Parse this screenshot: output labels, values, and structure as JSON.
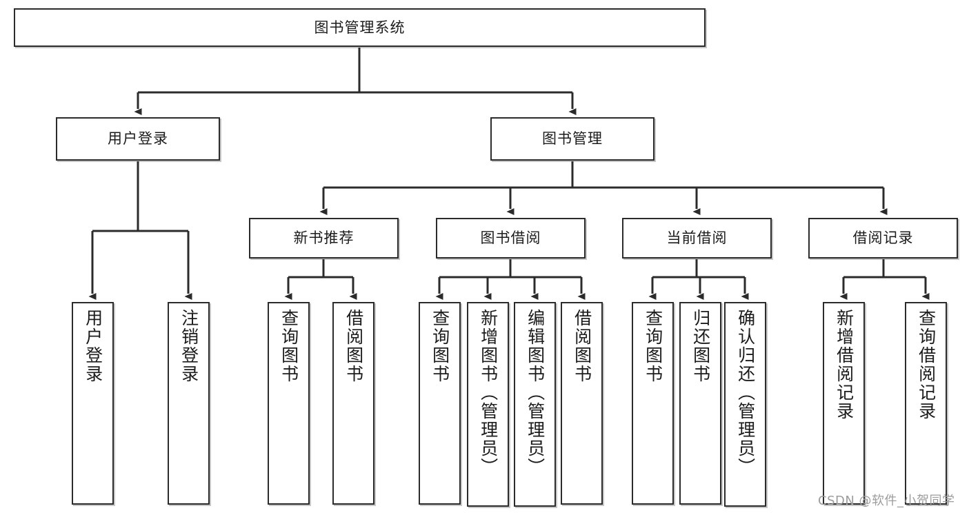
{
  "diagram": {
    "title": "图书管理系统",
    "type": "hierarchy-tree",
    "watermark": "CSDN @软件_小贺同学",
    "colors": {
      "box_border": "#2b2b2b",
      "box_fill": "#ffffff",
      "connector": "#2b2b2b",
      "watermark": "#9c9c9c"
    },
    "root": {
      "label": "图书管理系统"
    },
    "level2": [
      {
        "label": "用户登录"
      },
      {
        "label": "图书管理"
      }
    ],
    "level3": [
      {
        "label": "新书推荐"
      },
      {
        "label": "图书借阅"
      },
      {
        "label": "当前借阅"
      },
      {
        "label": "借阅记录"
      }
    ],
    "leaves": {
      "user_login": [
        {
          "label": "用户登录"
        },
        {
          "label": "注销登录"
        }
      ],
      "new_book_recommend": [
        {
          "label": "查询图书"
        },
        {
          "label": "借阅图书"
        }
      ],
      "book_borrow": [
        {
          "label": "查询图书"
        },
        {
          "label": "新增图书（管理员）"
        },
        {
          "label": "编辑图书（管理员）"
        },
        {
          "label": "借阅图书"
        }
      ],
      "current_borrow": [
        {
          "label": "查询图书"
        },
        {
          "label": "归还图书"
        },
        {
          "label": "确认归还（管理员）"
        }
      ],
      "borrow_record": [
        {
          "label": "新增借阅记录"
        },
        {
          "label": "查询借阅记录"
        }
      ]
    }
  }
}
